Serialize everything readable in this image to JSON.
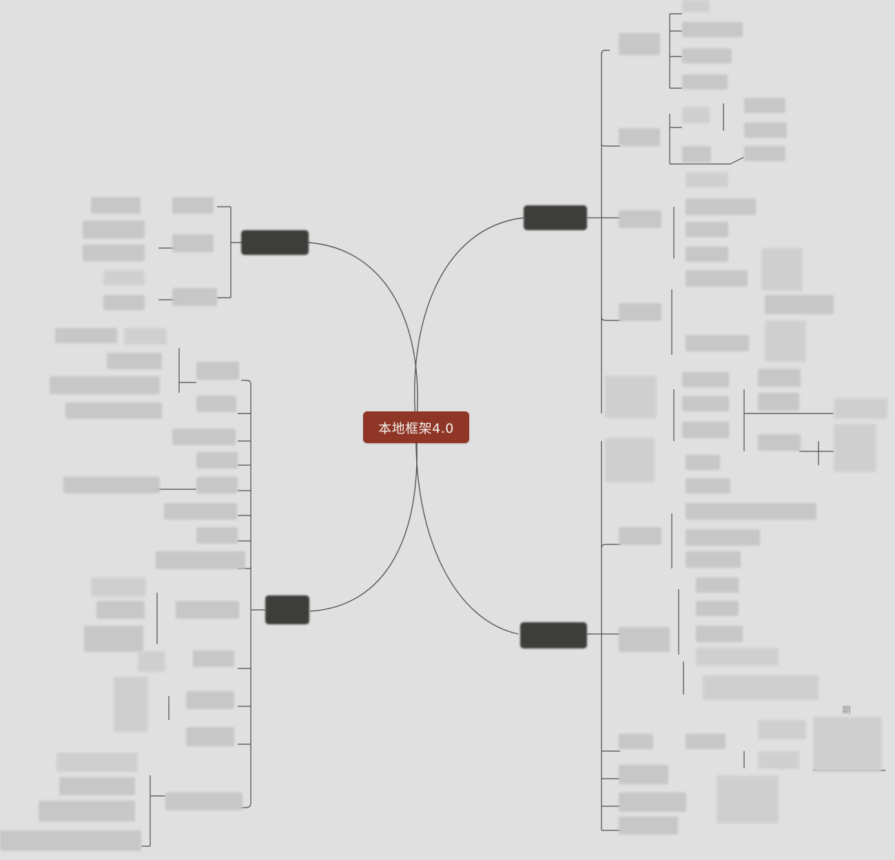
{
  "mindmap": {
    "central_topic": "本地框架4.0",
    "colors": {
      "background": "#e0e0e0",
      "central_fill": "#8f3626",
      "central_text": "#f4f0ec",
      "main_branch_fill": "#3d3d3a",
      "connector": "#555555",
      "subtopic_blur": "#c6c6c6"
    },
    "main_branches": [
      {
        "id": "top-right",
        "label": ""
      },
      {
        "id": "top-left",
        "label": ""
      },
      {
        "id": "bottom-left",
        "label": ""
      },
      {
        "id": "bottom-right",
        "label": ""
      }
    ],
    "stray_text": "期"
  }
}
